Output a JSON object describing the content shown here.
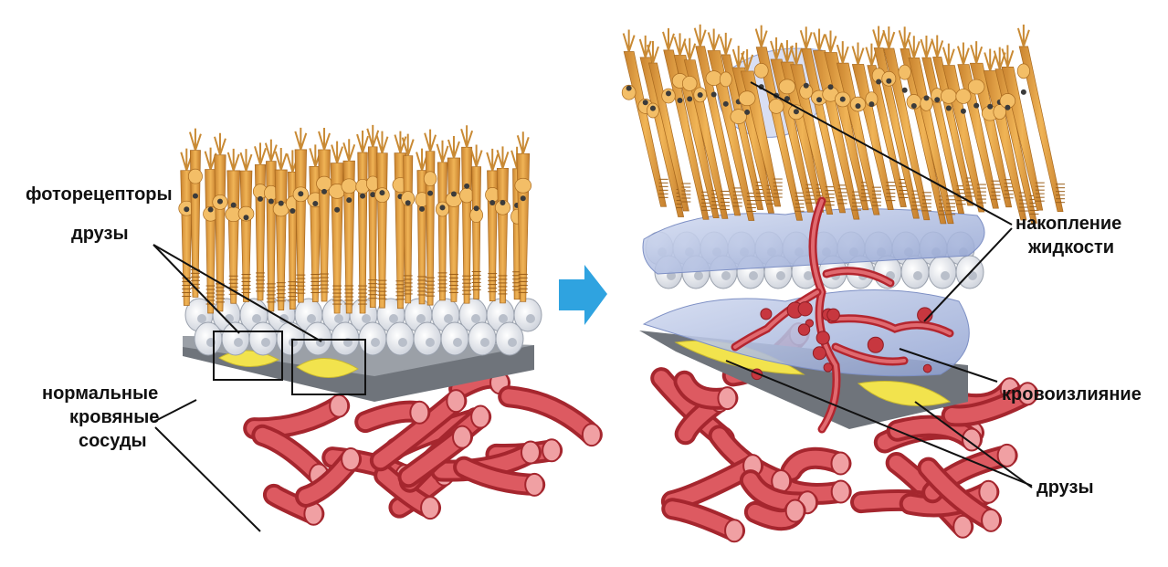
{
  "left_panel": {
    "labels": {
      "photoreceptors": "фоторецепторы",
      "drusen": "друзы",
      "normal_vessels_line1": "нормальные",
      "normal_vessels_line2": "кровяные",
      "normal_vessels_line3": "сосуды"
    }
  },
  "right_panel": {
    "labels": {
      "fluid_line1": "накопление",
      "fluid_line2": "жидкости",
      "hemorrhage": "кровоизлияние",
      "drusen": "друзы"
    }
  },
  "colors": {
    "photoreceptor": "#e8a543",
    "photoreceptor_dark": "#b8782a",
    "cell_layer": "#e9edf3",
    "membrane": "#6f747b",
    "drusen": "#f2e34d",
    "vessel": "#d9474f",
    "vessel_dark": "#a5262e",
    "fluid": "#a9b8de",
    "arrow": "#2fa3e0"
  },
  "icons": {
    "arrow": "right-arrow-icon"
  }
}
